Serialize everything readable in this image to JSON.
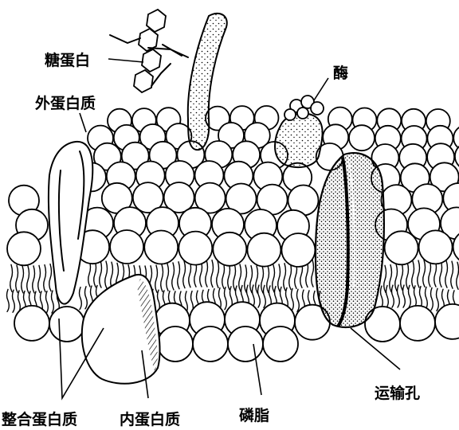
{
  "labels": {
    "glycoprotein": "糖蛋白",
    "enzyme": "酶",
    "outer_protein": "外蛋白质",
    "transport_pore": "运输孔",
    "integral_protein": "整合蛋白质",
    "inner_protein": "内蛋白质",
    "phospholipid": "磷脂"
  }
}
